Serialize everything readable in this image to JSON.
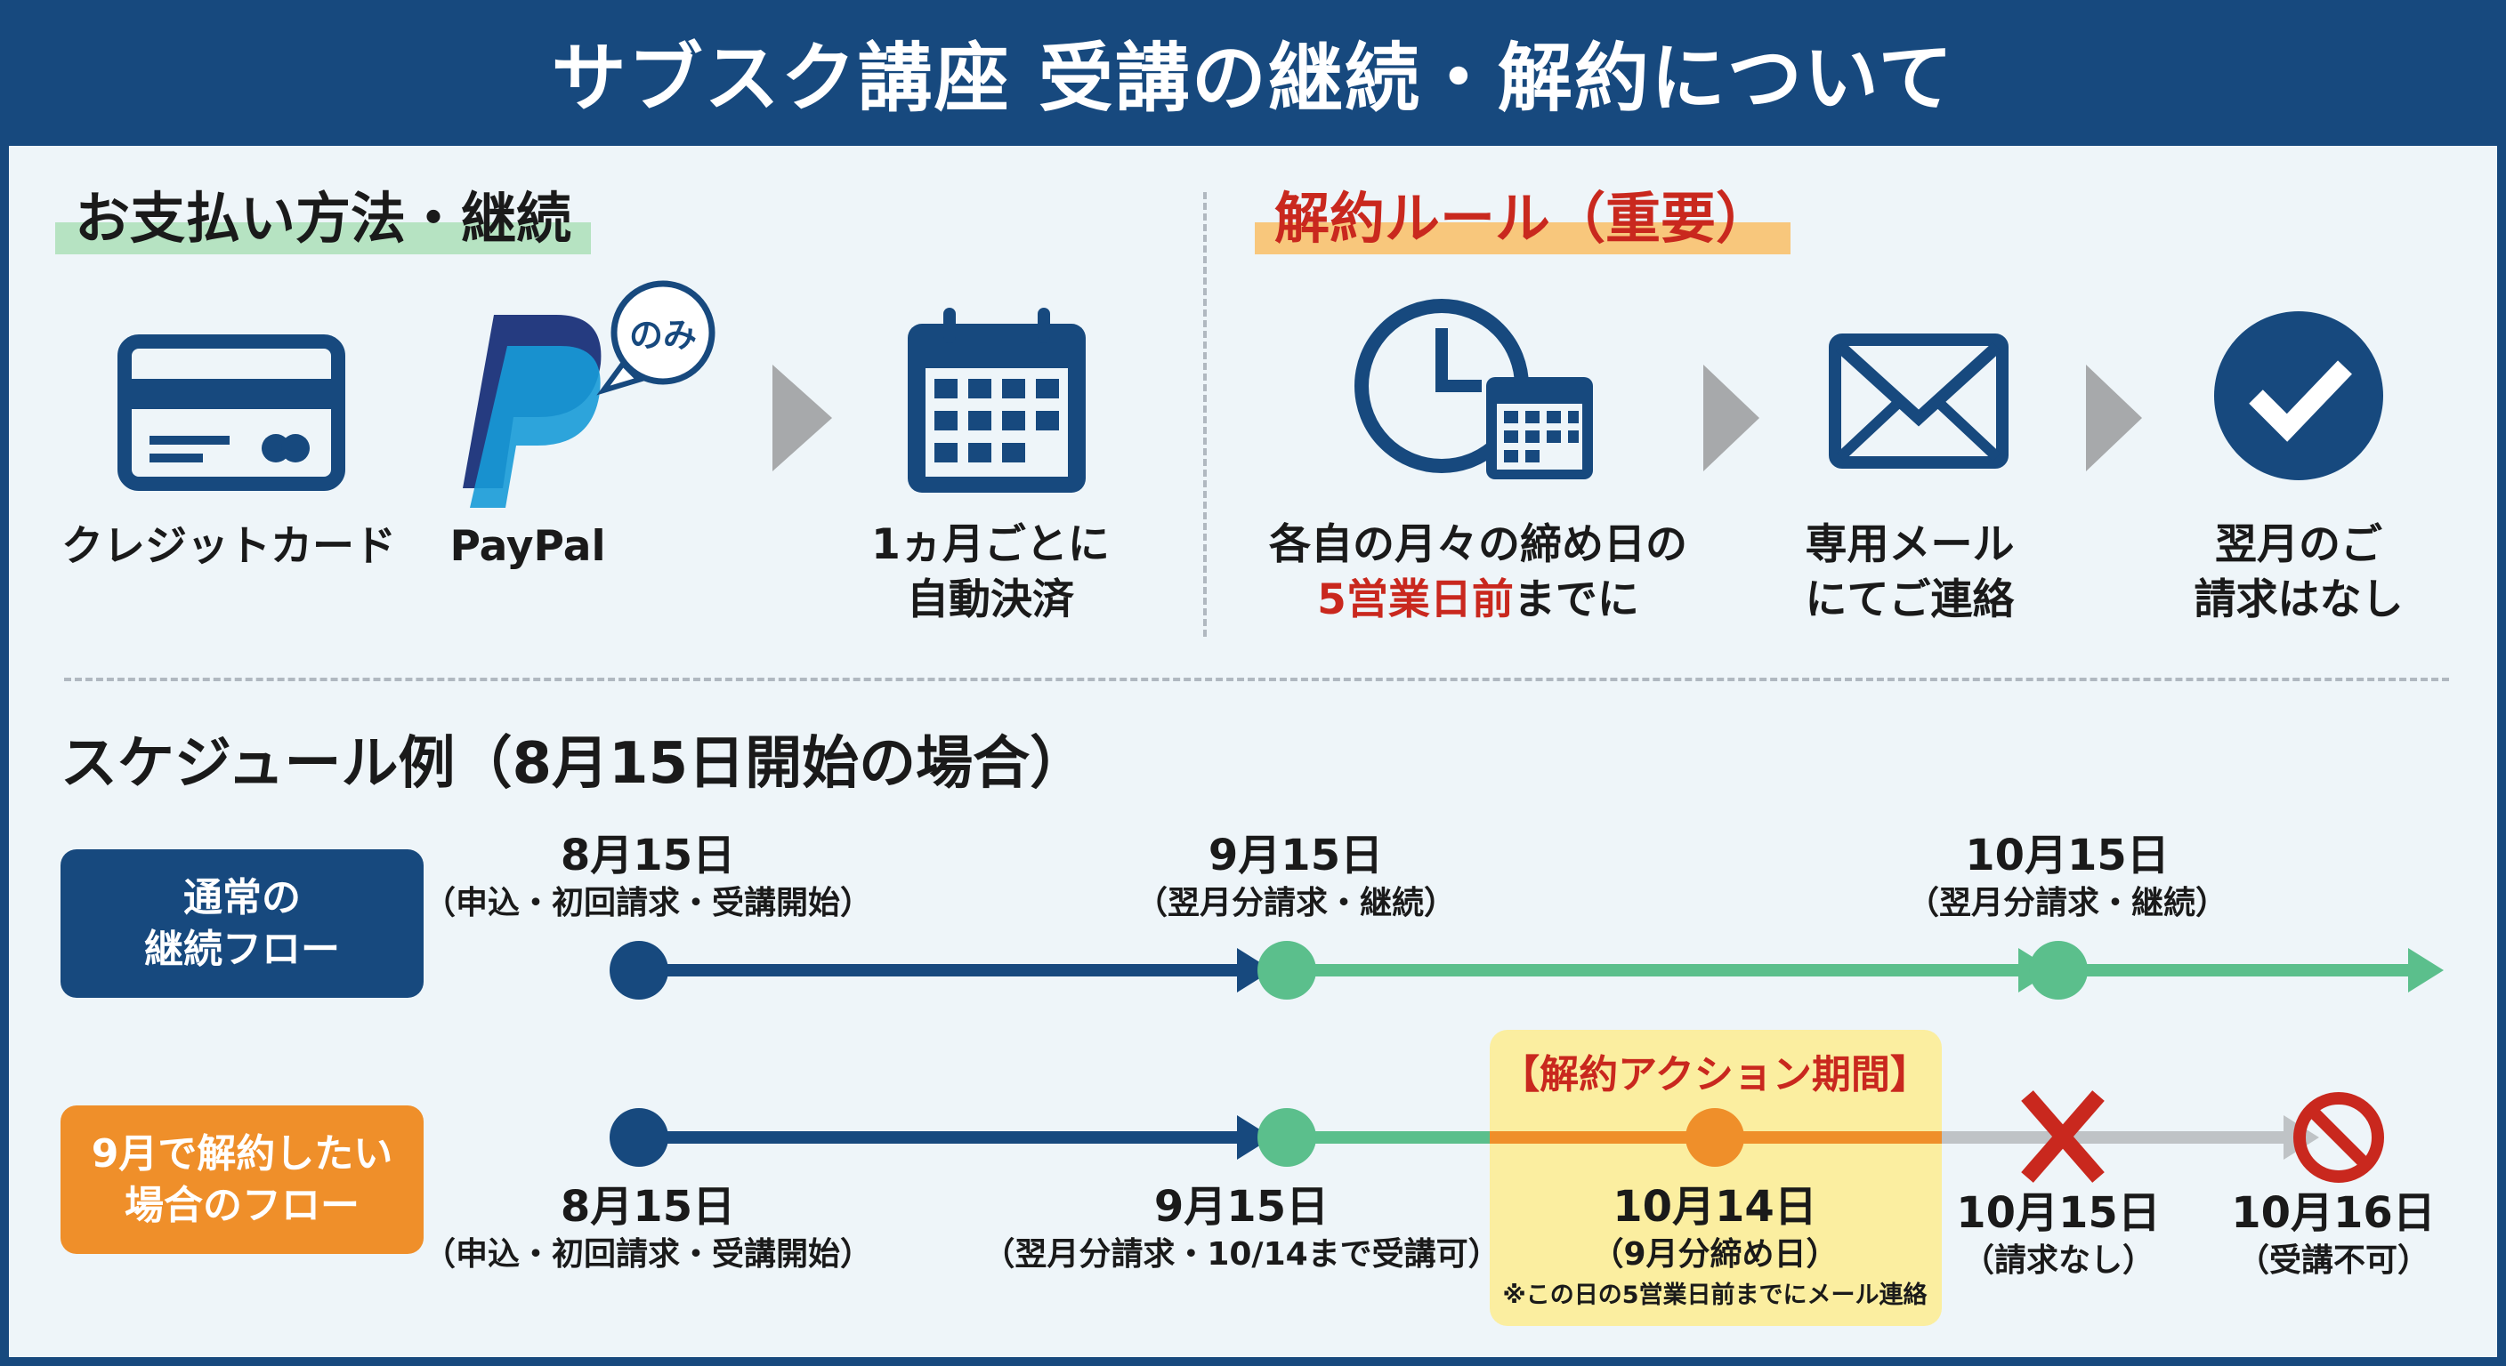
{
  "title": "サブスク講座 受講の継続・解約について",
  "payment": {
    "heading": "お支払い方法・継続",
    "credit_card": "クレジットカード",
    "paypal": "PayPal",
    "paypal_badge": "のみ",
    "monthly_line1": "1ヵ月ごとに",
    "monthly_line2": "自動決済"
  },
  "cancel": {
    "heading": "解約ルール（重要）",
    "deadline_line1": "各自の月々の締め日の",
    "deadline_line2_red": "5営業日前",
    "deadline_line2_rest": "までに",
    "contact_line1": "専用メール",
    "contact_line2": "にてご連絡",
    "result_line1": "翌月のご",
    "result_line2": "請求はなし"
  },
  "schedule": {
    "heading": "スケジュール例（8月15日開始の場合）",
    "normal": {
      "label_line1": "通常の",
      "label_line2": "継続フロー",
      "points": [
        {
          "date": "8月15日",
          "note": "（申込・初回請求・受講開始）"
        },
        {
          "date": "9月15日",
          "note": "（翌月分請求・継続）"
        },
        {
          "date": "10月15日",
          "note": "（翌月分請求・継続）"
        }
      ]
    },
    "cancel_flow": {
      "label_line1": "9月で解約したい",
      "label_line2": "場合のフロー",
      "action_period": "【解約アクション期間】",
      "points": [
        {
          "date": "8月15日",
          "note": "（申込・初回請求・受講開始）"
        },
        {
          "date": "9月15日",
          "note": "（翌月分請求・10/14まで受講可）"
        },
        {
          "date": "10月14日",
          "note": "（9月分締め日）",
          "extra": "※この日の5営業日前までにメール連絡"
        },
        {
          "date": "10月15日",
          "note": "（請求なし）"
        },
        {
          "date": "10月16日",
          "note": "（受講不可）"
        }
      ]
    }
  },
  "colors": {
    "navy": "#17497e",
    "green": "#5bbf8c",
    "orange": "#ef8f2a",
    "red": "#c9281e",
    "gray": "#b9bdc1",
    "yellow": "#fbeea0"
  }
}
